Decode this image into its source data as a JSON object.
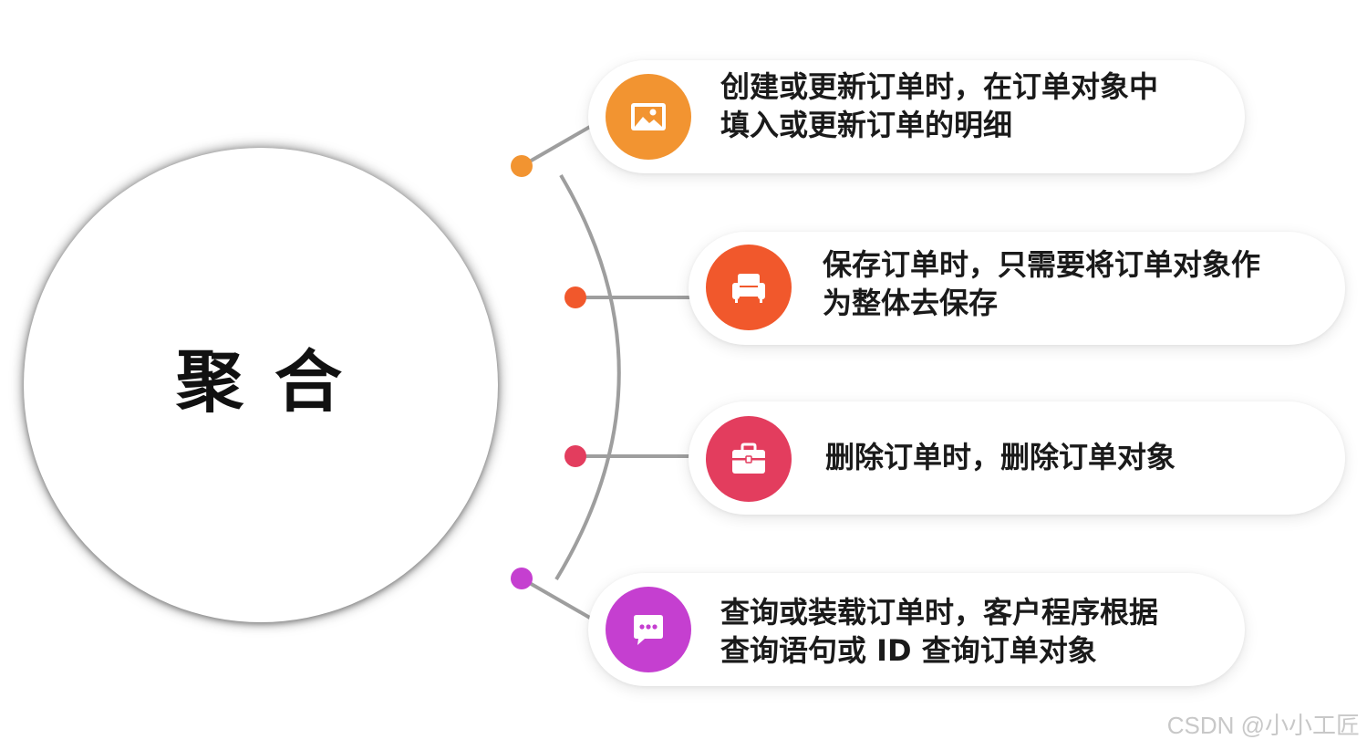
{
  "title": "聚合",
  "items": [
    {
      "text": "创建或更新订单时，在订单对象中\n填入或更新订单的明细",
      "icon": "image-icon",
      "color": "#F29431",
      "dot_color": "#F29431"
    },
    {
      "text": "保存订单时，只需要将订单对象作\n为整体去保存",
      "icon": "sofa-icon",
      "color": "#F1582C",
      "dot_color": "#F1582C"
    },
    {
      "text": "删除订单时，删除订单对象",
      "icon": "toolbox-icon",
      "color": "#E33D5E",
      "dot_color": "#E33D5E"
    },
    {
      "text": "查询或装载订单时，客户程序根据\n查询语句或 ID 查询订单对象",
      "icon": "chat-bubble-icon",
      "color": "#C53FD0",
      "dot_color": "#C53FD0"
    }
  ],
  "watermark": "CSDN @小小工匠"
}
